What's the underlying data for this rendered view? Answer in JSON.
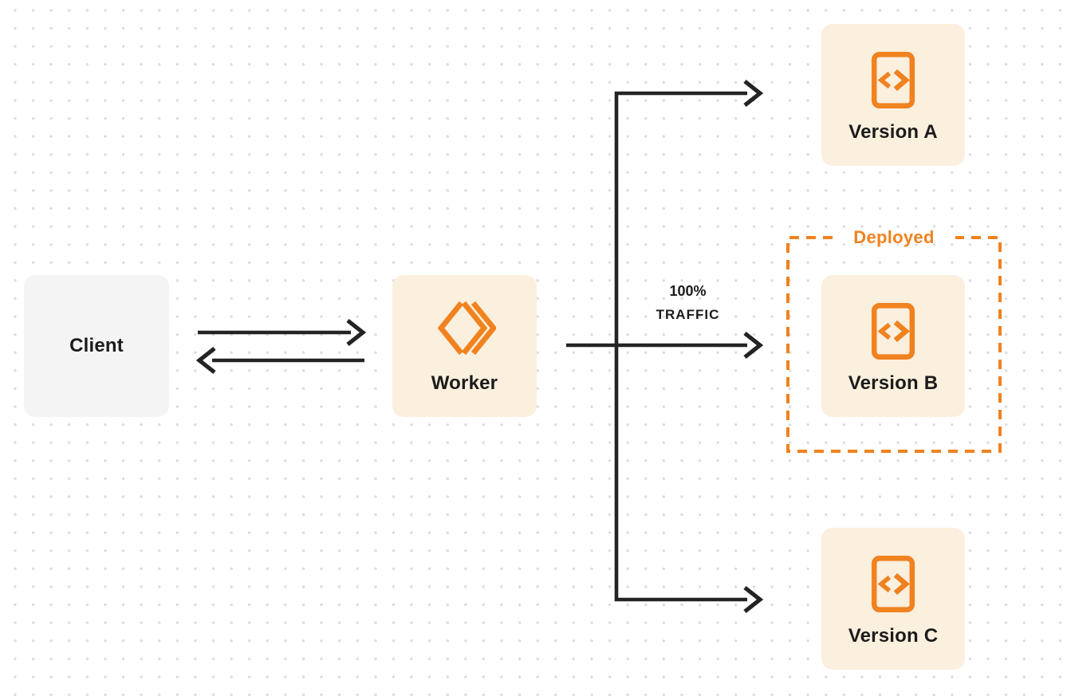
{
  "client": {
    "label": "Client"
  },
  "worker": {
    "label": "Worker",
    "icon": "cloudflare-workers-icon"
  },
  "traffic": {
    "percent": "100%",
    "word": "TRAFFIC"
  },
  "deployed": {
    "label": "Deployed"
  },
  "versions": [
    {
      "label": "Version A",
      "icon": "code-document-icon"
    },
    {
      "label": "Version B",
      "icon": "code-document-icon",
      "status": "Deployed"
    },
    {
      "label": "Version C",
      "icon": "code-document-icon"
    }
  ],
  "colors": {
    "accent-orange": "#F0821F",
    "node-cream": "#FBEFDE",
    "node-gray": "#F4F4F5",
    "line-dark": "#232323",
    "text-dark": "#1B1B1B",
    "dot-grid": "#DCDCDF",
    "background": "#FFFFFF"
  }
}
